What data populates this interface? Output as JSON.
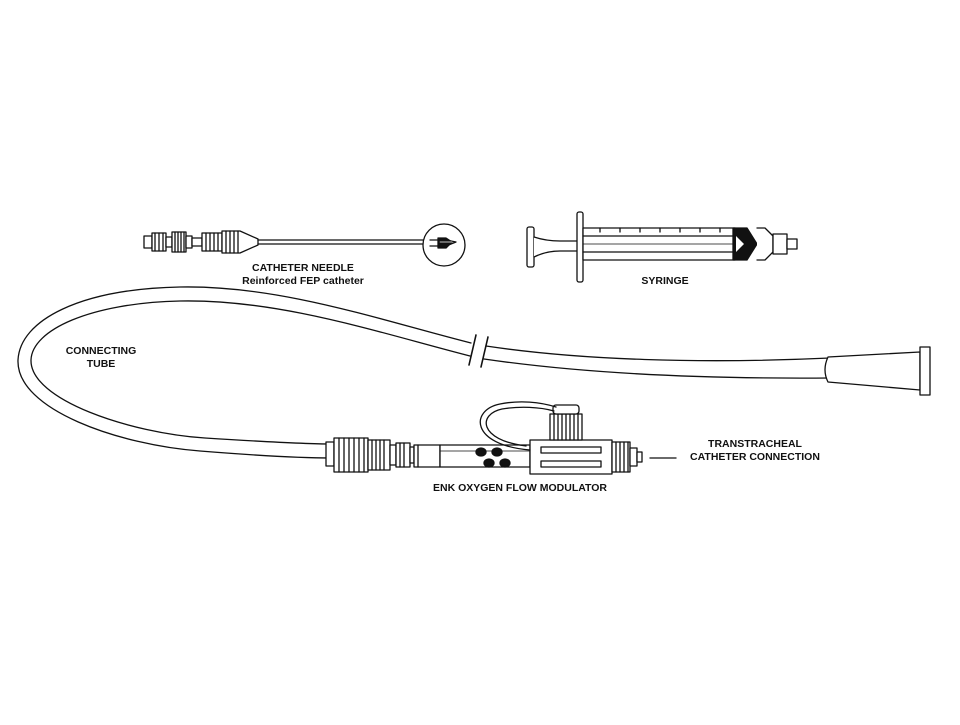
{
  "labels": {
    "catheter_needle_line1": "CATHETER NEEDLE",
    "catheter_needle_line2": "Reinforced FEP catheter",
    "syringe": "SYRINGE",
    "connecting_tube_line1": "CONNECTING",
    "connecting_tube_line2": "TUBE",
    "modulator": "ENK OXYGEN FLOW MODULATOR",
    "transtracheal_line1": "TRANSTRACHEAL",
    "transtracheal_line2": "CATHETER CONNECTION"
  },
  "colors": {
    "line": "#111111",
    "background": "#ffffff"
  }
}
